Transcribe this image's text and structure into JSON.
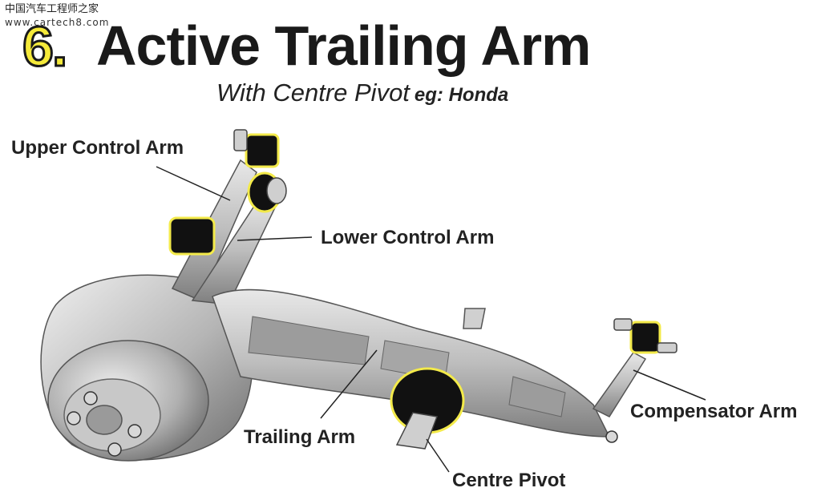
{
  "watermark": {
    "site_name": "中国汽车工程师之家",
    "url": "www.cartech8.com"
  },
  "header": {
    "number": "6.",
    "title": "Active Trailing Arm",
    "subtitle": "With Centre Pivot",
    "subtitle_example": "eg: Honda"
  },
  "labels": {
    "upper_control_arm": "Upper Control Arm",
    "lower_control_arm": "Lower Control Arm",
    "trailing_arm": "Trailing Arm",
    "centre_pivot": "Centre Pivot",
    "compensator_arm": "Compensator Arm"
  },
  "colors": {
    "number_yellow": "#f5ea3a",
    "bushing_yellow": "#f3ea4a",
    "metal": "#b9b9b9",
    "bushing_black": "#111111"
  }
}
